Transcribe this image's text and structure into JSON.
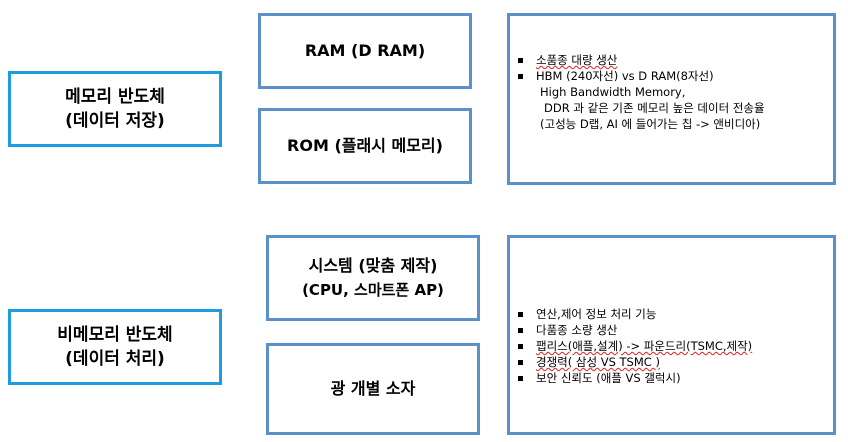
{
  "memory": {
    "title": "메모리 반도체",
    "subtitle": "(데이터 저장)",
    "ram": "RAM (D RAM)",
    "rom": "ROM (플래시 메모리)",
    "notes": [
      {
        "bullet": true,
        "text": "소품종 대량 생산"
      },
      {
        "bullet": true,
        "text": "HBM (240자선) vs D RAM(8자선)"
      },
      {
        "bullet": false,
        "text": "High Bandwidth Memory,"
      },
      {
        "bullet": false,
        "text": "DDR 과 같은 기존 메모리 높은 데이터 전송율"
      },
      {
        "bullet": false,
        "text": "(고성능 D랩, AI 에 들어가는 칩 -> 앤비디아)"
      }
    ]
  },
  "non_memory": {
    "title": "비메모리 반도체",
    "subtitle": "(데이터 처리)",
    "system_line1": "시스템 (맞춤 제작)",
    "system_line2": "(CPU, 스마트폰 AP)",
    "discrete": "광 개별 소자",
    "notes": [
      {
        "bullet": true,
        "text": "연산,제어 정보 처리 기능"
      },
      {
        "bullet": true,
        "text": "다품종 소량 생산"
      },
      {
        "bullet": true,
        "text": "팹리스(애플,설계) -> 파운드리(TSMC,제작)"
      },
      {
        "bullet": true,
        "text": "경쟁력( 삼성 VS TSMC )"
      },
      {
        "bullet": true,
        "text": "보안 신뢰도 (애플 VS 갤럭시)"
      }
    ]
  }
}
